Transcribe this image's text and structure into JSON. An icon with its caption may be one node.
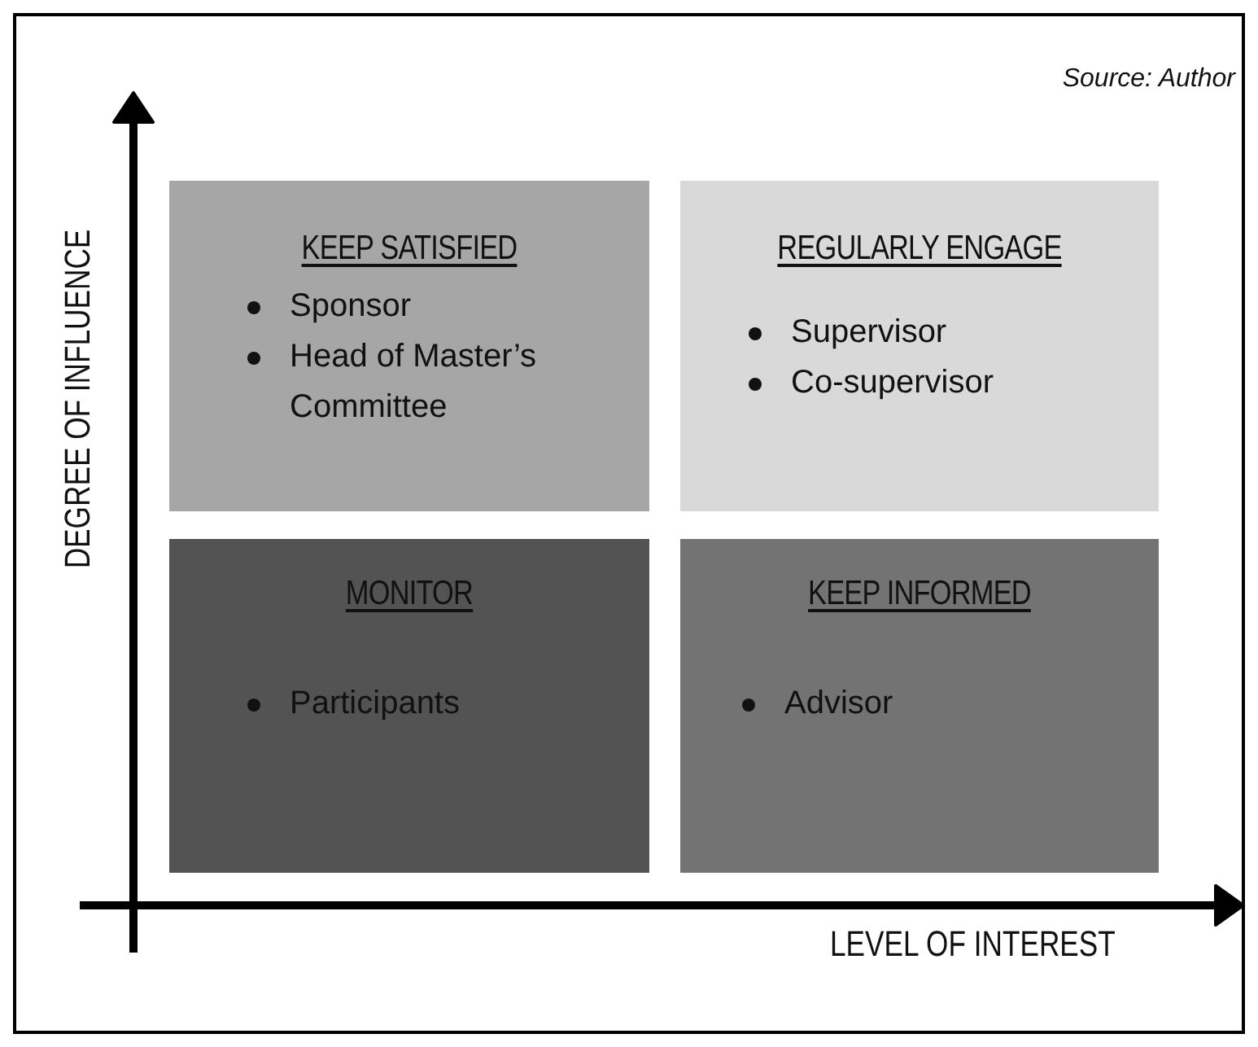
{
  "diagram": {
    "nodes": [
      {
        "text": [
          "KEEP SATISFIED",
          "Sponsor",
          "Head of Master’s Committee"
        ]
      },
      {
        "text": [
          "REGULARLY ENGAGE",
          "Supervisor",
          "Co-supervisor"
        ]
      },
      {
        "text": [
          "MONITOR",
          "Participants"
        ]
      },
      {
        "text": [
          "KEEP INFORMED",
          "Advisor"
        ]
      }
    ],
    "labels": [
      "Source: Author",
      "DEGREE OF INFLUENCE",
      "LEVEL OF INTEREST"
    ]
  }
}
